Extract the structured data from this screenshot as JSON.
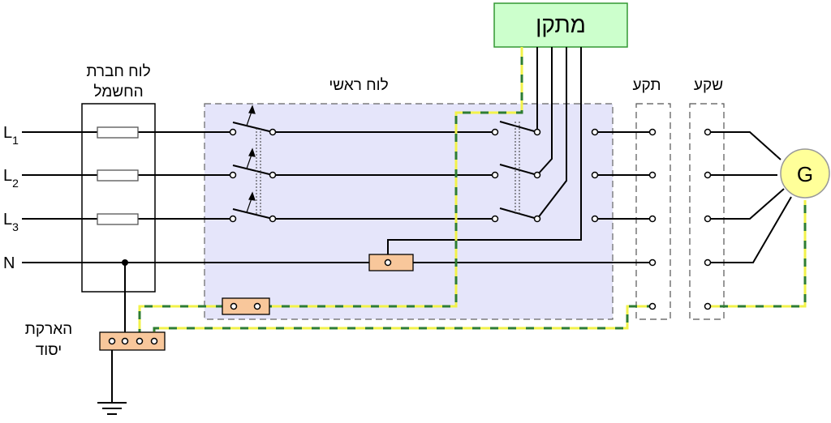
{
  "labels": {
    "device": "מתקן",
    "utility_panel_line1": "לוח חברת",
    "utility_panel_line2": "החשמל",
    "main_panel": "לוח ראשי",
    "plug": "תקע",
    "socket": "שקע",
    "earthing_line1": "הארקת",
    "earthing_line2": "יסוד",
    "generator": "G",
    "neutral": "N",
    "phase_letter": "L",
    "phase_1": "1",
    "phase_2": "2",
    "phase_3": "3"
  },
  "colors": {
    "device_box_fill": "#ccffcc",
    "device_box_stroke": "#339933",
    "main_panel_fill": "#e5e5fa",
    "terminal_block_fill": "#f8c79b",
    "generator_fill": "#ffff99",
    "earth_wire_green": "#2e7d32",
    "earth_wire_yellow": "#f2f24a"
  }
}
